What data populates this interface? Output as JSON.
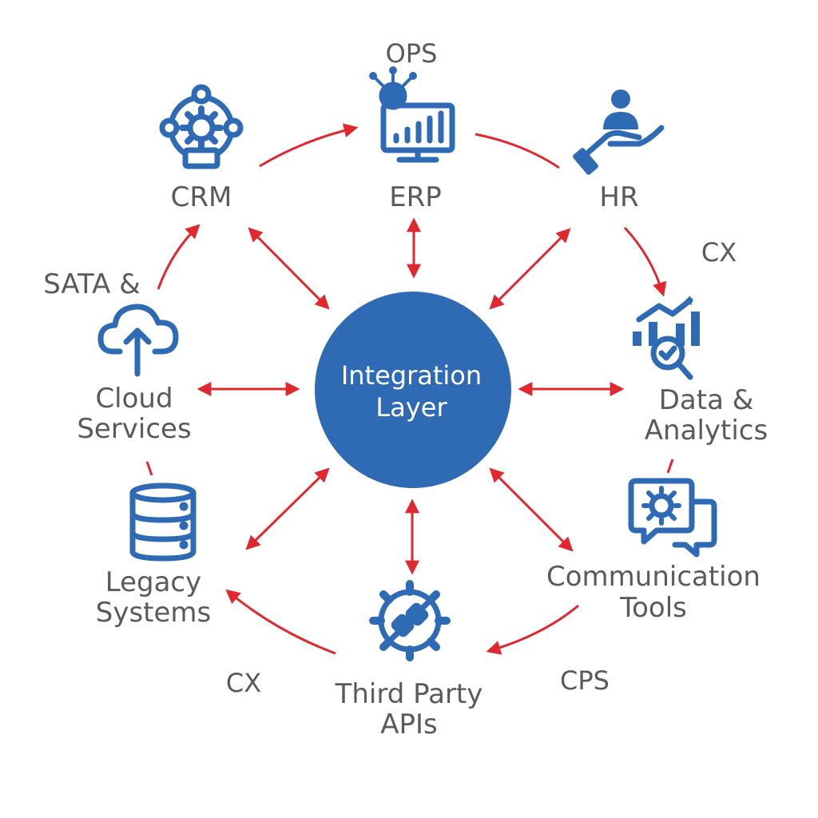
{
  "hub": {
    "line1": "Integration",
    "line2": "Layer"
  },
  "nodes": {
    "crm": {
      "label": "CRM"
    },
    "erp": {
      "label": "ERP",
      "caption": "OPS"
    },
    "hr": {
      "label": "HR"
    },
    "data": {
      "line1": "Data &",
      "line2": "Analytics"
    },
    "comm": {
      "line1": "Communication",
      "line2": "Tools"
    },
    "apis": {
      "line1": "Third Party",
      "line2": "APIs"
    },
    "legacy": {
      "line1": "Legacy",
      "line2": "Systems"
    },
    "cloud": {
      "line1": "Cloud",
      "line2": "Services",
      "caption": "SATA &"
    }
  },
  "floating_labels": {
    "cx_right": "CX",
    "cx_left": "CX",
    "cps": "CPS"
  },
  "colors": {
    "hub": "#2f6ab5",
    "icon": "#2f6ab5",
    "arrow": "#e0282e",
    "text": "#5a5a5a"
  },
  "icons": {
    "crm": "gear-people-icon",
    "erp": "chart-monitor-icon",
    "hr": "person-hand-icon",
    "data": "analytics-magnifier-icon",
    "comm": "chat-gear-icon",
    "apis": "plug-gear-icon",
    "legacy": "database-icon",
    "cloud": "cloud-upload-icon"
  }
}
